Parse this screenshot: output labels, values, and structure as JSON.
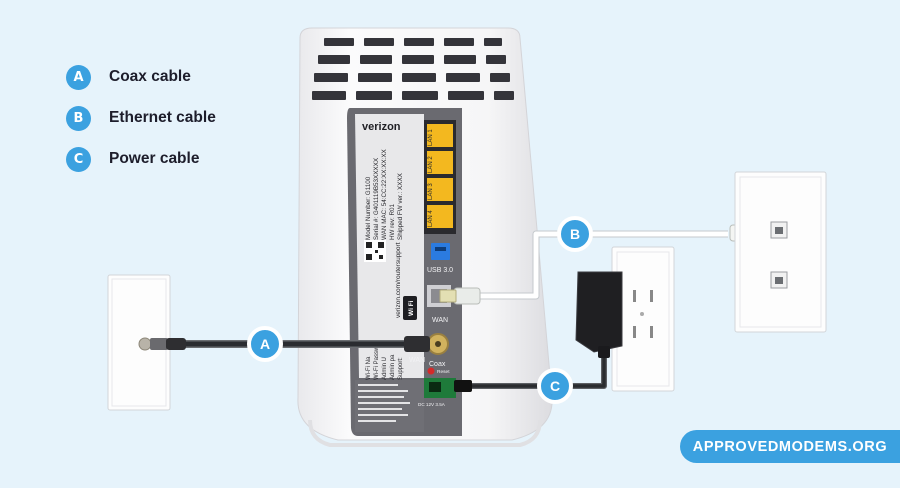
{
  "legend": [
    {
      "badge": "A",
      "label": "Coax cable"
    },
    {
      "badge": "B",
      "label": "Ethernet cable"
    },
    {
      "badge": "C",
      "label": "Power cable"
    }
  ],
  "callouts": {
    "a": "A",
    "b": "B",
    "c": "C"
  },
  "router": {
    "brand": "verizon",
    "model_label": "Model Number: G1100",
    "serial_label": "Serial #: G401119B53XXXXX",
    "wan_mac_label": "WAN MAC: 54:CC:22:XX:XX:XX",
    "hw_rev_label": "HW rev: R01",
    "fw_label": "Shipped FW ver.: XXXX",
    "wifi_name_label": "Wi-Fi Na",
    "wifi_password_label": "Wi-Fi Passwo",
    "admin_label": "Admin U",
    "admin_password_label": "Admin pa",
    "support_label": "Support:",
    "support_url": "verizon.com/routersupport",
    "lan_ports": [
      "LAN 1",
      "LAN 2",
      "LAN 3",
      "LAN 4"
    ],
    "usb_label": "USB 3.0",
    "wan_label": "WAN",
    "coax_wan_label": "WAN",
    "coax_label": "Coax",
    "reset_label": "Reset",
    "power_label": "DC 12V 3.5A",
    "wifi_badge": "Wi Fi"
  },
  "watermark": "APPROVEDMODEMS.ORG",
  "colors": {
    "accent": "#3ba1e0",
    "background": "#e6f3fb",
    "lan_port": "#f3b81f",
    "usb_port": "#2b7be0"
  }
}
